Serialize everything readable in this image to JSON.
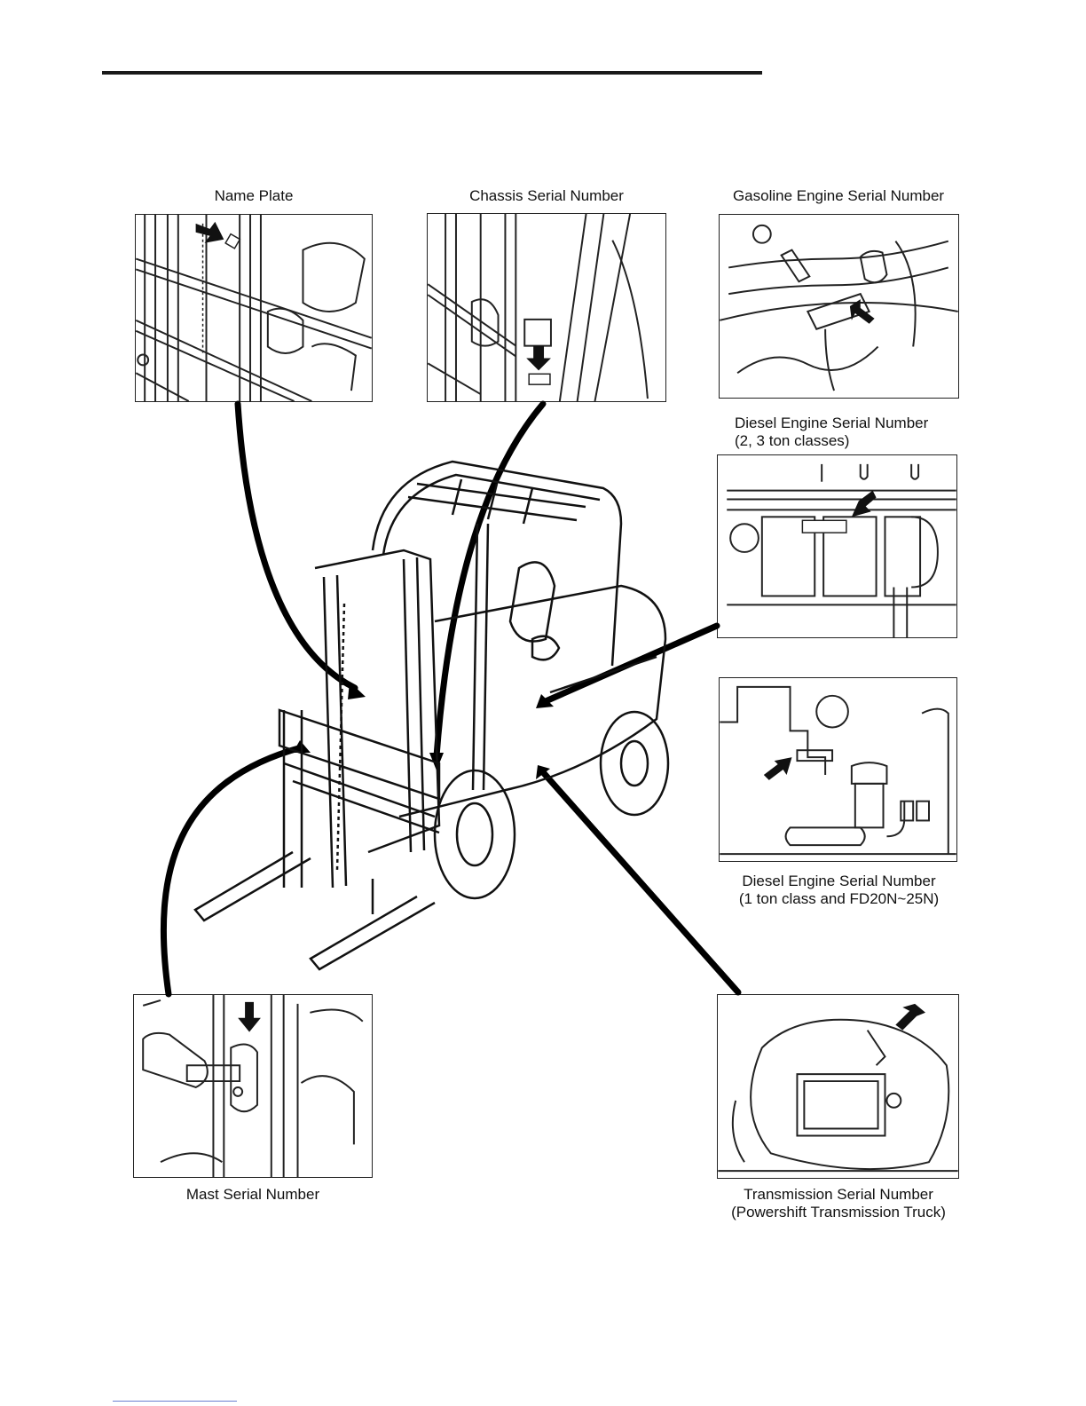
{
  "labels": {
    "name_plate": "Name Plate",
    "chassis_serial": "Chassis Serial Number",
    "gasoline_engine_serial": "Gasoline Engine Serial Number",
    "diesel_engine_serial_23_line1": "Diesel Engine Serial Number",
    "diesel_engine_serial_23_line2": "(2, 3 ton classes)",
    "diesel_engine_serial_1_line1": "Diesel Engine Serial Number",
    "diesel_engine_serial_1_line2": "(1 ton class and FD20N~25N)",
    "mast_serial": "Mast Serial Number",
    "transmission_serial_line1": "Transmission Serial Number",
    "transmission_serial_line2": "(Powershift Transmission Truck)"
  },
  "icons": [
    "arrow-icon"
  ]
}
